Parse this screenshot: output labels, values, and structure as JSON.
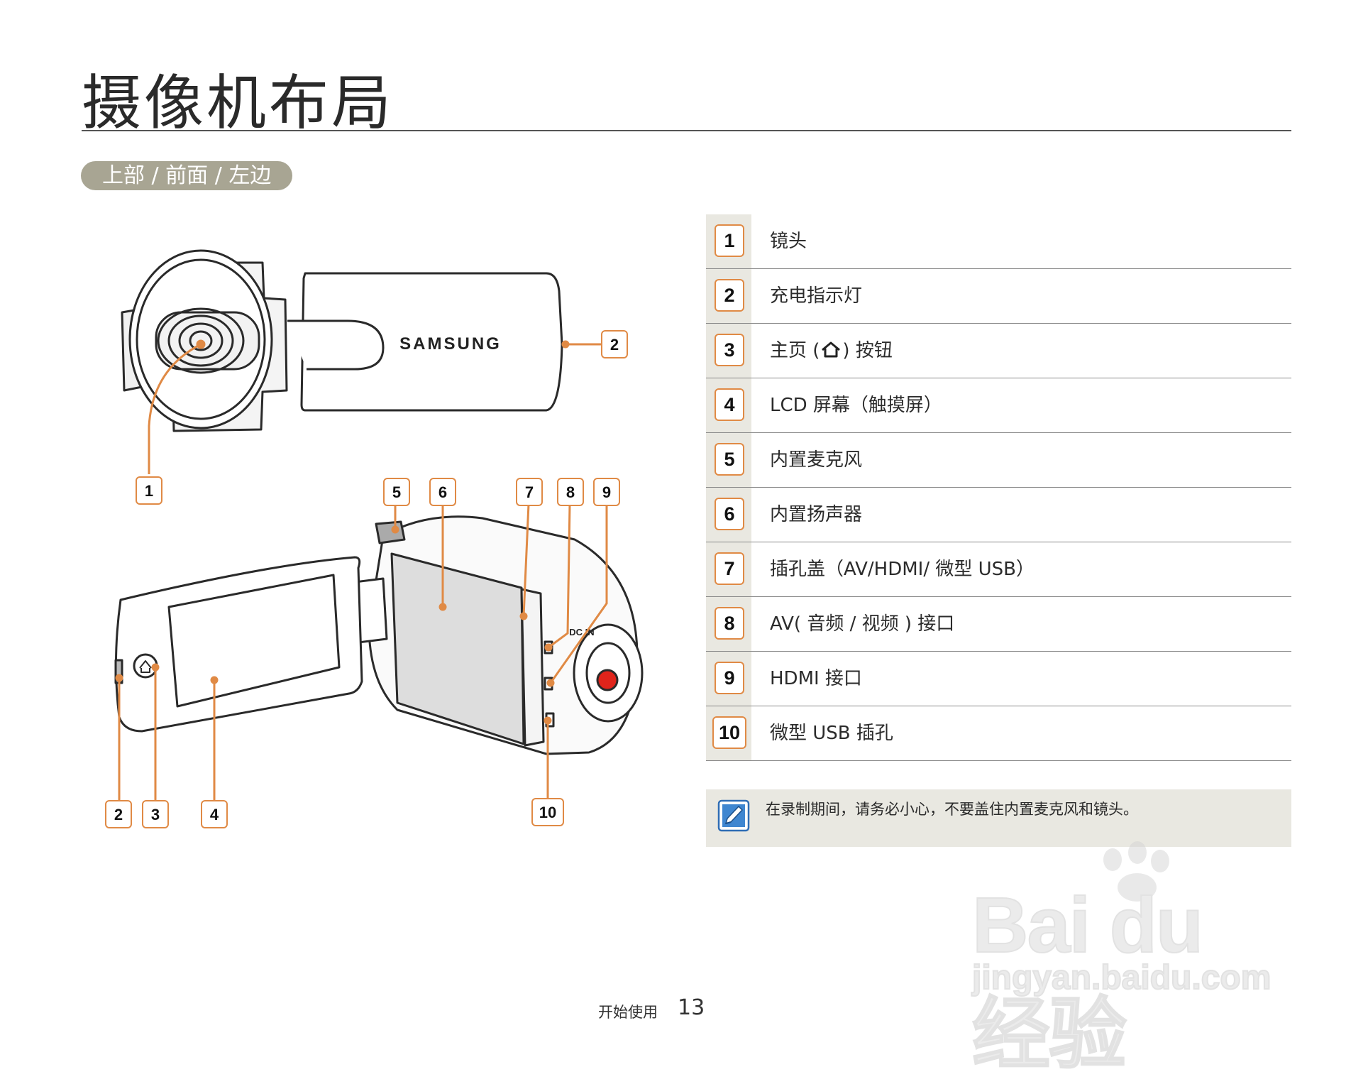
{
  "page_title": "摄像机布局",
  "section_label": "上部 / 前面 / 左边",
  "brand_on_camera": "SAMSUNG",
  "jack_label": "DC IN",
  "callout_color": "#e08a45",
  "parts": [
    {
      "num": "1",
      "label": "镜头"
    },
    {
      "num": "2",
      "label": "充电指示灯"
    },
    {
      "num": "3",
      "label_prefix": "主页 (",
      "icon": "home-icon",
      "label_suffix": ") 按钮"
    },
    {
      "num": "4",
      "label": "LCD 屏幕（触摸屏）"
    },
    {
      "num": "5",
      "label": "内置麦克风"
    },
    {
      "num": "6",
      "label": "内置扬声器"
    },
    {
      "num": "7",
      "label": "插孔盖（AV/HDMI/ 微型 USB）"
    },
    {
      "num": "8",
      "label": "AV( 音频 / 视频 ) 接口"
    },
    {
      "num": "9",
      "label": "HDMI 接口"
    },
    {
      "num": "10",
      "label": "微型 USB 插孔"
    }
  ],
  "note": {
    "icon": "note-pencil-icon",
    "text": "在录制期间，请务必小心，不要盖住内置麦克风和镜头。"
  },
  "footer": {
    "section": "开始使用",
    "page": "13"
  },
  "watermark": {
    "brand": "Bai du 经验",
    "url": "jingyan.baidu.com"
  }
}
